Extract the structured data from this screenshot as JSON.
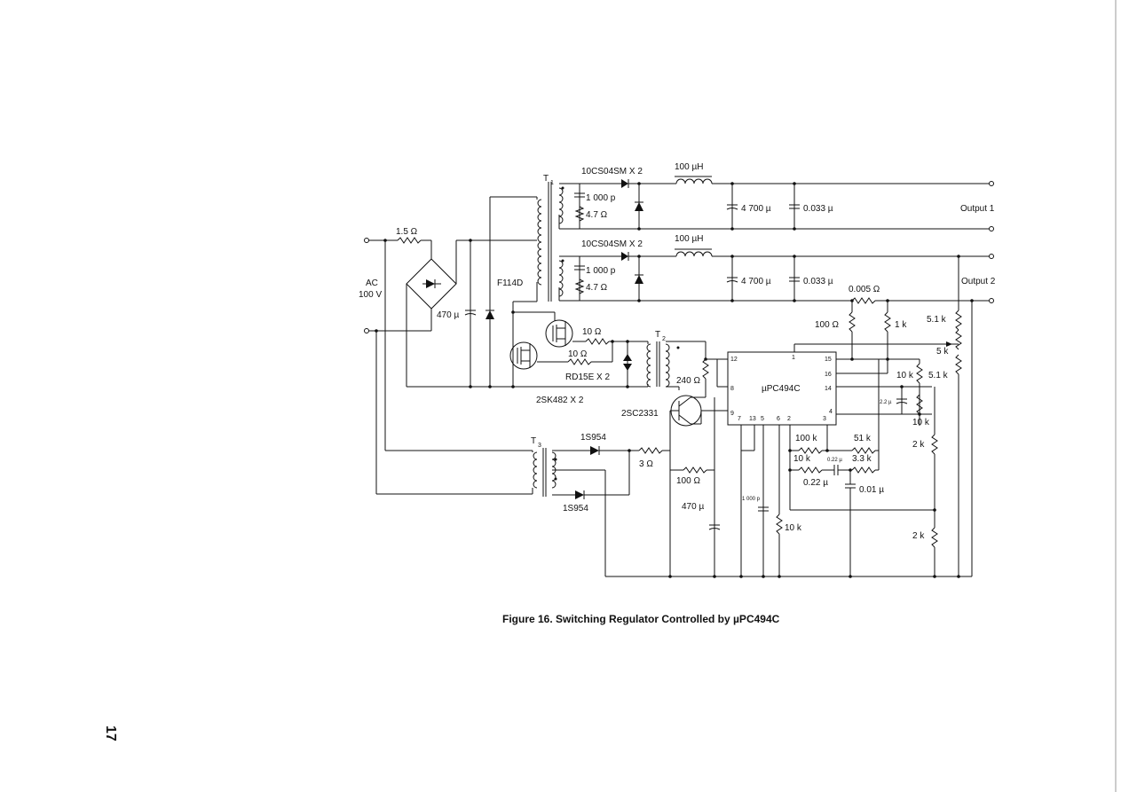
{
  "figure": {
    "caption": "Figure 16.  Switching Regulator Controlled by µPC494C",
    "page_number": "17"
  },
  "components": {
    "t1": "T",
    "t1_sub": "1",
    "t2": "T",
    "t2_sub": "2",
    "t3": "T",
    "t3_sub": "3",
    "diode_out1": "10CS04SM X 2",
    "diode_out2": "10CS04SM X 2",
    "inductor_out1": "100 µH",
    "inductor_out2": "100 µH",
    "snubber_c1": "1 000 p",
    "snubber_r1": "4.7 Ω",
    "snubber_c2": "1 000 p",
    "snubber_r2": "4.7 Ω",
    "cap_bulk1": "4 700 µ",
    "cap_film1": "0.033 µ",
    "cap_bulk2": "4 700 µ",
    "cap_film2": "0.033 µ",
    "output1": "Output 1",
    "output2": "Output 2",
    "r_input": "1.5 Ω",
    "ac_line1": "AC",
    "ac_line2": "100 V",
    "cap_input": "470 µ",
    "diode_f114d": "F114D",
    "r_gate1": "10 Ω",
    "r_gate2": "10 Ω",
    "zener_rd15e": "RD15E X 2",
    "mosfets": "2SK482 X 2",
    "r_240": "240 Ω",
    "transistor": "2SC2331",
    "diode_1s954_top": "1S954",
    "diode_1s954_bot": "1S954",
    "r_3": "3 Ω",
    "r_100_base": "100 Ω",
    "cap_470_aux": "470 µ",
    "cap_1000p_ct": "1 000 p",
    "r_10k_rt": "10 k",
    "r_shunt": "0.005 Ω",
    "r_100_sense": "100 Ω",
    "r_1k": "1 k",
    "r_5k1_a": "5.1 k",
    "r_5k_pot": "5 k",
    "r_5k1_b": "5.1 k",
    "r_10k_div": "10 k",
    "cap_2u2": "2.2 µ",
    "r_10k_low": "10 k",
    "r_2k_a": "2 k",
    "r_2k_b": "2 k",
    "r_100k": "100 k",
    "r_51k": "51 k",
    "r_10k_fb": "10 k",
    "cap_0u22_small": "0.22 µ",
    "r_3k3": "3.3 k",
    "cap_0u22": "0.22 µ",
    "cap_0u01": "0.01 µ",
    "ic_name": "µPC494C",
    "pin_12": "12",
    "pin_1": "1",
    "pin_15": "15",
    "pin_16": "16",
    "pin_8": "8",
    "pin_14": "14",
    "pin_9": "9",
    "pin_4": "4",
    "pin_7": "7",
    "pin_13": "13",
    "pin_5": "5",
    "pin_6": "6",
    "pin_2": "2",
    "pin_3": "3"
  }
}
